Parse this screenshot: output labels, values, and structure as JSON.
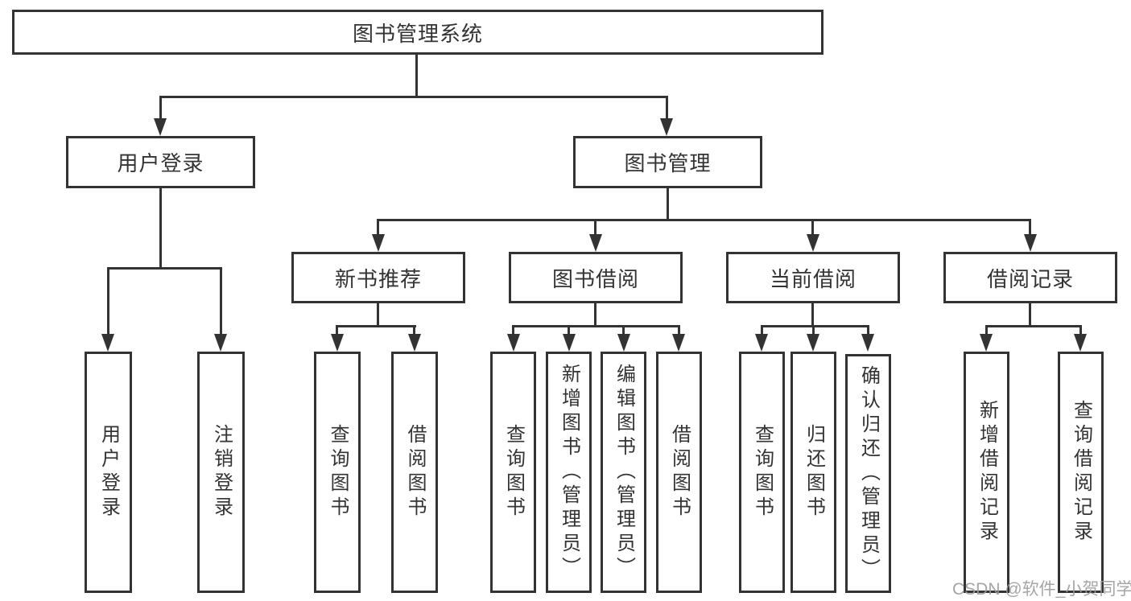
{
  "diagram": {
    "title": "图书管理系统",
    "level2": {
      "user_login": "用户登录",
      "book_mgmt": "图书管理"
    },
    "level3": {
      "new_books": "新书推荐",
      "book_borrow": "图书借阅",
      "current_borrow": "当前借阅",
      "borrow_records": "借阅记录"
    },
    "leaves": {
      "user_login": [
        "用户登录",
        "注销登录"
      ],
      "new_books": [
        "查询图书",
        "借阅图书"
      ],
      "book_borrow": [
        "查询图书",
        "新增图书（管理员）",
        "编辑图书（管理员）",
        "借阅图书"
      ],
      "current_borrow": [
        "查询图书",
        "归还图书",
        "确认归还（管理员）"
      ],
      "borrow_records": [
        "新增借阅记录",
        "查询借阅记录"
      ]
    }
  },
  "watermark": "CSDN @软件_小贺同学",
  "colors": {
    "line": "#333333",
    "text": "#333333",
    "watermark": "#9b9b9b",
    "background": "#ffffff"
  }
}
